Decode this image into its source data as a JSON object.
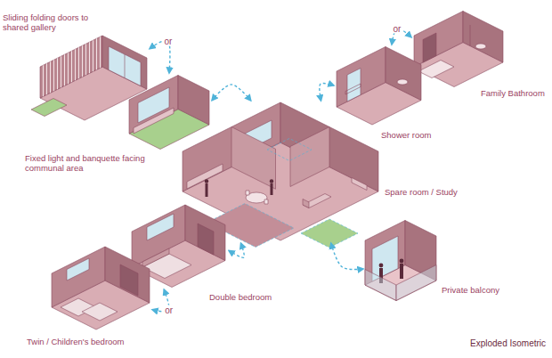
{
  "diagram": {
    "caption": "Exploded Isometric",
    "nodes": [
      {
        "text": [
          "Sliding folding doors to shared gallery"
        ]
      },
      {
        "text": [
          "Fixed light and banquette facing communal area"
        ]
      },
      {
        "text": [
          "Family Bathroom"
        ]
      },
      {
        "text": [
          "Shower room"
        ]
      },
      {
        "text": [
          "Spare room / Study"
        ]
      },
      {
        "text": [
          "Double bedroom"
        ]
      },
      {
        "text": [
          "Twin / Children's bedroom"
        ]
      },
      {
        "text": [
          "Private balcony"
        ]
      }
    ],
    "edges": [
      {
        "from": 1,
        "to": 0,
        "label": "or",
        "arrow": "both"
      },
      {
        "from": 4,
        "to": 1,
        "arrow": "both"
      },
      {
        "from": 4,
        "to": 3,
        "arrow": "both"
      },
      {
        "from": 3,
        "to": 2,
        "label": "or",
        "arrow": "both"
      },
      {
        "from": 4,
        "to": 5,
        "arrow": "both"
      },
      {
        "from": 5,
        "to": 6,
        "label": "or",
        "arrow": "both"
      },
      {
        "from": 4,
        "to": 7,
        "arrow": "both"
      }
    ]
  }
}
